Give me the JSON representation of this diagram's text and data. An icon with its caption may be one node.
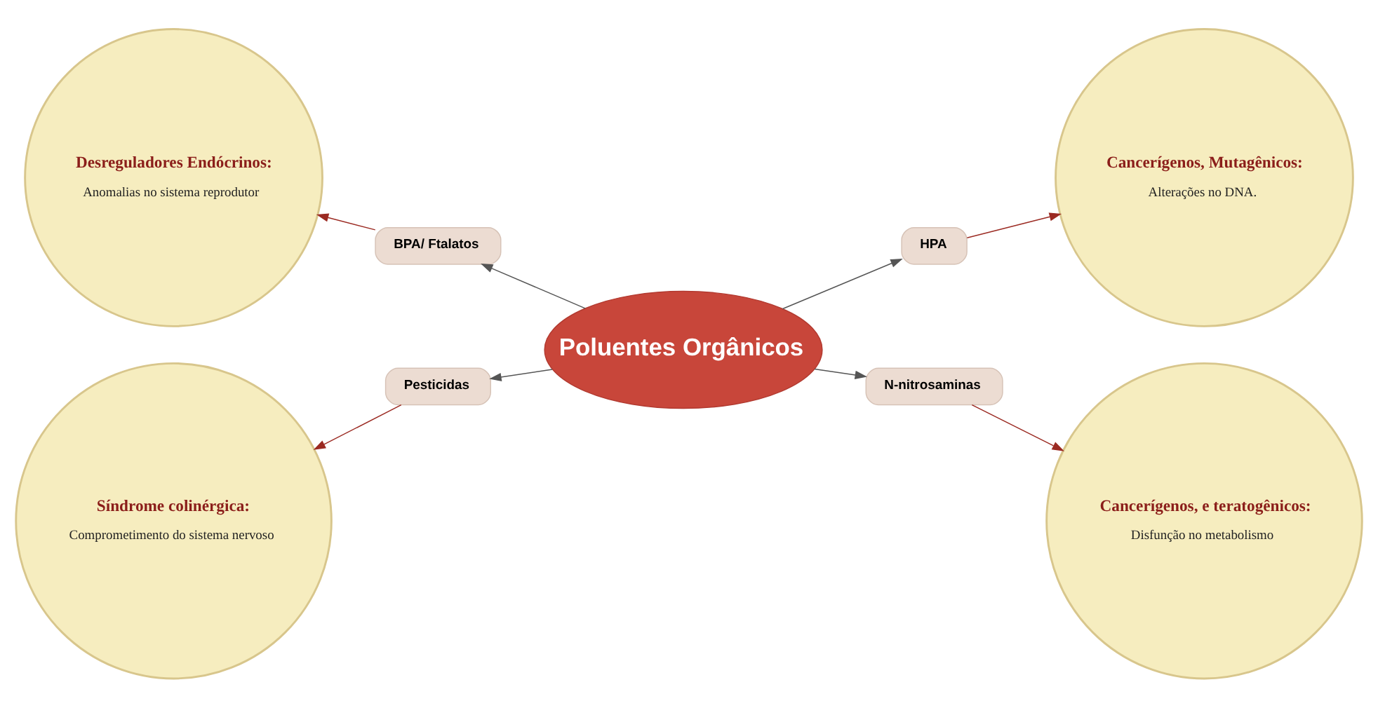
{
  "diagram": {
    "nodes": [
      {
        "text": [
          "Desreguladores Endócrinos:",
          "Anomalias no sistema reprodutor"
        ]
      },
      {
        "text": [
          "BPA/ Ftalatos"
        ]
      },
      {
        "text": [
          "HPA"
        ]
      },
      {
        "text": [
          "Cancerígenos, Mutagênicos:",
          "Alterações no DNA."
        ]
      },
      {
        "text": [
          "Poluentes Orgânicos"
        ]
      },
      {
        "text": [
          "Síndrome colinérgica:",
          "Comprometimento do sistema nervoso"
        ]
      },
      {
        "text": [
          "Pesticidas"
        ]
      },
      {
        "text": [
          "N-nitrosaminas"
        ]
      },
      {
        "text": [
          "Cancerígenos, e teratogênicos:",
          "Disfunção no metabolismo"
        ]
      }
    ],
    "edges": [
      {
        "from": 4,
        "to": 1,
        "arrow": "to"
      },
      {
        "from": 4,
        "to": 2,
        "arrow": "to"
      },
      {
        "from": 4,
        "to": 6,
        "arrow": "to"
      },
      {
        "from": 4,
        "to": 7,
        "arrow": "to"
      },
      {
        "from": 1,
        "to": 0,
        "arrow": "to",
        "color": "#9b2a22"
      },
      {
        "from": 2,
        "to": 3,
        "arrow": "to",
        "color": "#9b2a22"
      },
      {
        "from": 6,
        "to": 5,
        "arrow": "to",
        "color": "#9b2a22"
      },
      {
        "from": 7,
        "to": 8,
        "arrow": "to",
        "color": "#9b2a22"
      }
    ]
  }
}
